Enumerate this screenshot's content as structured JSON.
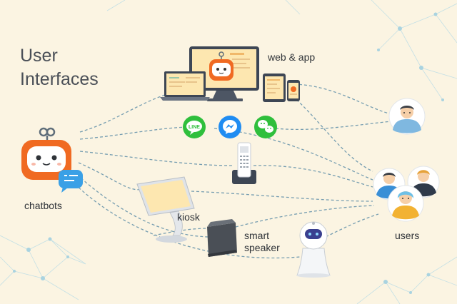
{
  "title": {
    "line1": "User",
    "line2": "Interfaces"
  },
  "labels": {
    "web_app": "web & app",
    "chatbots": "chatbots",
    "kiosk": "kiosk",
    "smart_speaker_line1": "smart",
    "smart_speaker_line2": "speaker",
    "users": "users"
  },
  "icons": {
    "line_text": "LINE",
    "line_color": "#2fbf3c",
    "messenger_color": "#1f8cf2",
    "wechat_color": "#2fbf3c",
    "bot_orange": "#f06a22",
    "connector_color": "#5f8fa8",
    "network_color": "#a9d3e0"
  }
}
